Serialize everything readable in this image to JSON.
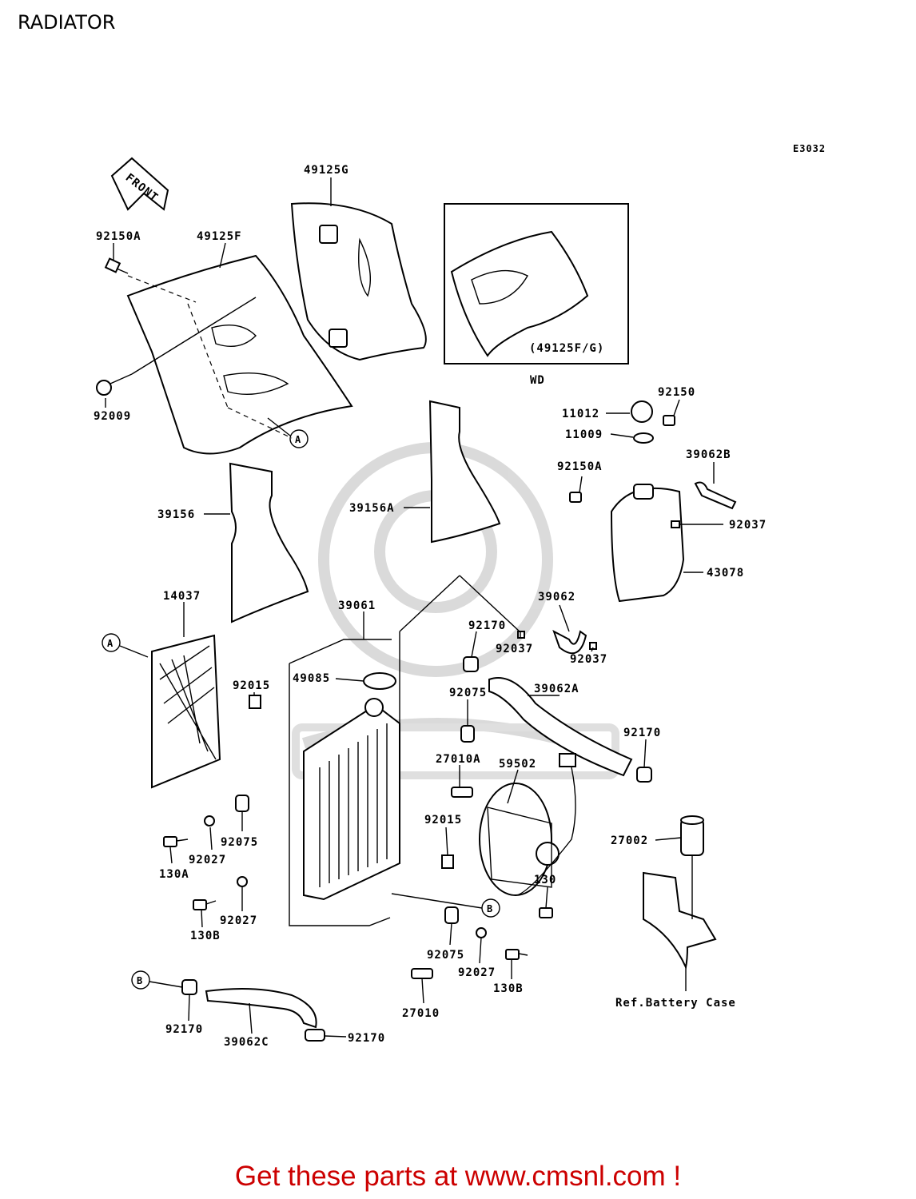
{
  "page": {
    "title": "RADIATOR",
    "cta_text": "Get these parts at www.cmsnl.com !",
    "cta_color": "#cc0000"
  },
  "diagram": {
    "code": "E3032",
    "front_arrow_label": "FRONT",
    "inset_caption": "(49125F/G)",
    "inset_model": "WD",
    "ref_labels": {
      "a1": "A",
      "a2": "A",
      "b1": "B",
      "b2": "B"
    },
    "parts": {
      "p49125G": "49125G",
      "p92150A_top": "92150A",
      "p49125F": "49125F",
      "p92009": "92009",
      "p11012": "11012",
      "p92150": "92150",
      "p11009": "11009",
      "p39062B": "39062B",
      "p92150A_tank": "92150A",
      "p92037_tank": "92037",
      "p43078": "43078",
      "p39156": "39156",
      "p39156A": "39156A",
      "p14037": "14037",
      "p39061": "39061",
      "p39062": "39062",
      "p92170_a": "92170",
      "p92037_b": "92037",
      "p92037_c": "92037",
      "p92015_a": "92015",
      "p49085": "49085",
      "p92075_a": "92075",
      "p39062A": "39062A",
      "p92170_b": "92170",
      "p27010A": "27010A",
      "p59502": "59502",
      "p92075_b": "92075",
      "p92027_a": "92027",
      "p130A": "130A",
      "p92015_b": "92015",
      "p27002": "27002",
      "p130": "130",
      "p92027_b": "92027",
      "p130B_a": "130B",
      "p92075_c": "92075",
      "p92027_c": "92027",
      "p130B_b": "130B",
      "p27010": "27010",
      "p92170_c": "92170",
      "p39062C": "39062C",
      "p92170_d": "92170",
      "ref_battery": "Ref.Battery Case"
    }
  }
}
